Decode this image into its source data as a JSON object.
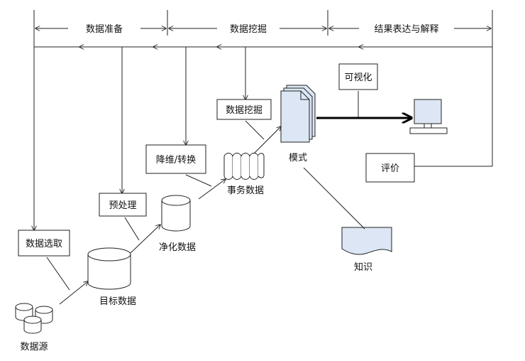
{
  "header": {
    "phases": [
      {
        "label": "数据准备"
      },
      {
        "label": "数据挖掘"
      },
      {
        "label": "结果表达与解释"
      }
    ]
  },
  "boxes": {
    "select": "数据选取",
    "preprocess": "预处理",
    "reduce": "降维/转换",
    "mining": "数据挖掘",
    "visual": "可视化",
    "evaluate": "评价"
  },
  "labels": {
    "source": "数据源",
    "target": "目标数据",
    "clean": "净化数据",
    "transaction": "事务数据",
    "pattern": "模式",
    "knowledge": "知识"
  },
  "colors": {
    "line": "#222222",
    "page_fill": "#dce6f4",
    "monitor_fill": "#dce6f4"
  }
}
